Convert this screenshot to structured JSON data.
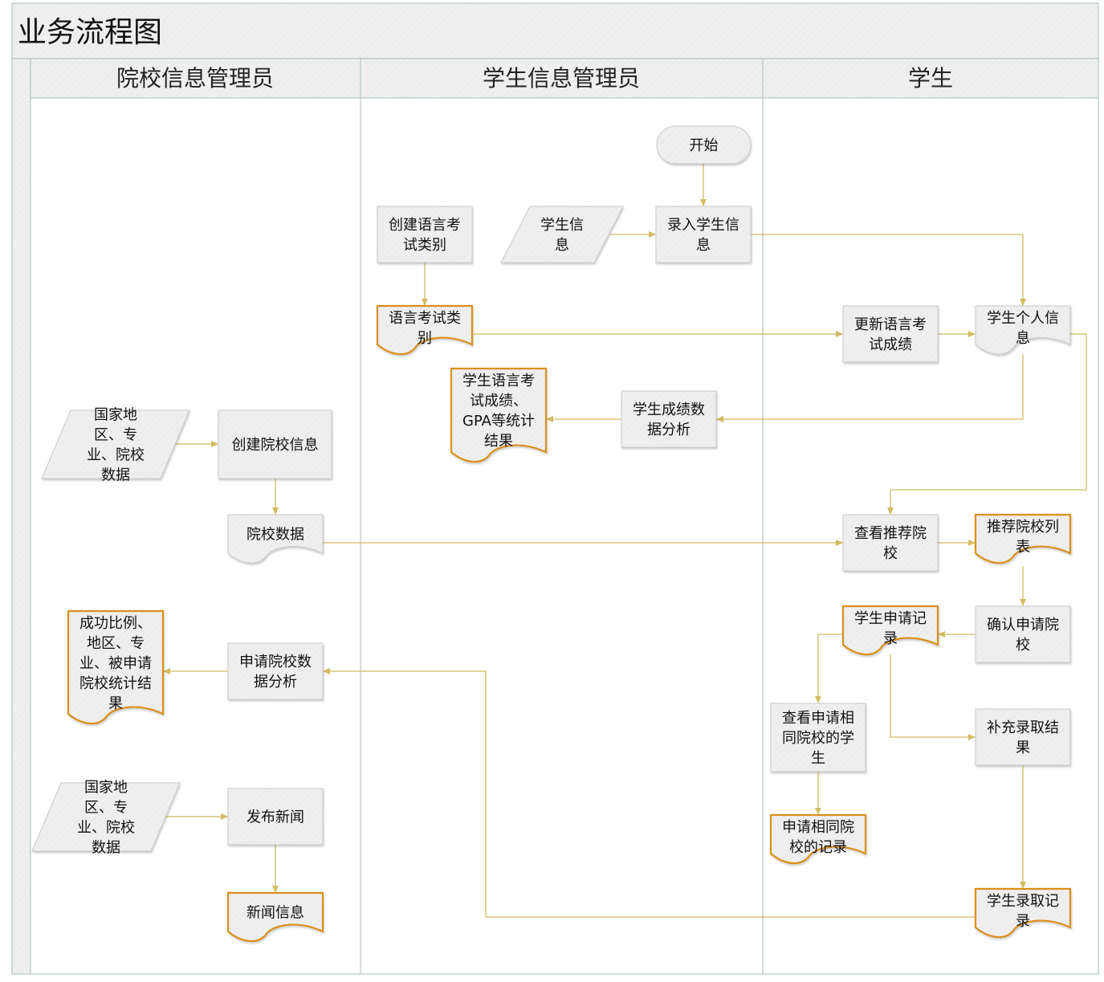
{
  "title": "业务流程图",
  "lanes": [
    "院校信息管理员",
    "学生信息管理员",
    "学生"
  ],
  "colors": {
    "edge": "#d2bb62",
    "doc_border": "#d9901f",
    "shape_fill": "#efefef",
    "shape_border": "#c8c8c8"
  },
  "nodes": {
    "start": {
      "type": "terminal",
      "lines": [
        "开始"
      ]
    },
    "create_lang": {
      "type": "process",
      "lines": [
        "创建语言考",
        "试类别"
      ]
    },
    "student_info_data": {
      "type": "data",
      "lines": [
        "学生信",
        "息"
      ]
    },
    "enter_student": {
      "type": "process",
      "lines": [
        "录入学生信",
        "息"
      ]
    },
    "lang_types": {
      "type": "document",
      "lines": [
        "语言考试类",
        "别"
      ]
    },
    "update_scores": {
      "type": "process",
      "lines": [
        "更新语言考",
        "试成绩"
      ]
    },
    "personal_info": {
      "type": "document",
      "lines": [
        "学生个人信",
        "息"
      ]
    },
    "score_analysis": {
      "type": "process",
      "lines": [
        "学生成绩数",
        "据分析"
      ]
    },
    "score_results": {
      "type": "document",
      "lines": [
        "学生语言考",
        "试成绩、",
        "GPA等统计",
        "结果"
      ]
    },
    "region_data1": {
      "type": "data",
      "lines": [
        "国家地",
        "区、专",
        "业、院校",
        "数据"
      ]
    },
    "create_school": {
      "type": "process",
      "lines": [
        "创建院校信息"
      ]
    },
    "school_data": {
      "type": "document",
      "lines": [
        "院校数据"
      ]
    },
    "view_recommend": {
      "type": "process",
      "lines": [
        "查看推荐院",
        "校"
      ]
    },
    "recommend_list": {
      "type": "document",
      "lines": [
        "推荐院校列",
        "表"
      ]
    },
    "confirm_apply": {
      "type": "process",
      "lines": [
        "确认申请院",
        "校"
      ]
    },
    "apply_record": {
      "type": "document",
      "lines": [
        "学生申请记",
        "录"
      ]
    },
    "view_same": {
      "type": "process",
      "lines": [
        "查看申请相",
        "同院校的学",
        "生"
      ]
    },
    "same_record": {
      "type": "document",
      "lines": [
        "申请相同院",
        "校的记录"
      ]
    },
    "add_result": {
      "type": "process",
      "lines": [
        "补充录取结",
        "果"
      ]
    },
    "admit_record": {
      "type": "document",
      "lines": [
        "学生录取记",
        "录"
      ]
    },
    "apply_analysis": {
      "type": "process",
      "lines": [
        "申请院校数",
        "据分析"
      ]
    },
    "success_stats": {
      "type": "document",
      "lines": [
        "成功比例、",
        "地区、专",
        "业、被申请",
        "院校统计结",
        "果"
      ]
    },
    "region_data2": {
      "type": "data",
      "lines": [
        "国家地",
        "区、专",
        "业、院校",
        "数据"
      ]
    },
    "publish_news": {
      "type": "process",
      "lines": [
        "发布新闻"
      ]
    },
    "news_info": {
      "type": "document",
      "lines": [
        "新闻信息"
      ]
    }
  },
  "edges": [
    [
      "start",
      "enter_student"
    ],
    [
      "student_info_data",
      "enter_student"
    ],
    [
      "enter_student",
      "personal_info"
    ],
    [
      "create_lang",
      "lang_types"
    ],
    [
      "lang_types",
      "update_scores"
    ],
    [
      "update_scores",
      "personal_info"
    ],
    [
      "personal_info",
      "score_analysis"
    ],
    [
      "score_analysis",
      "score_results"
    ],
    [
      "personal_info",
      "view_recommend"
    ],
    [
      "region_data1",
      "create_school"
    ],
    [
      "create_school",
      "school_data"
    ],
    [
      "school_data",
      "view_recommend"
    ],
    [
      "view_recommend",
      "recommend_list"
    ],
    [
      "recommend_list",
      "confirm_apply"
    ],
    [
      "confirm_apply",
      "apply_record"
    ],
    [
      "apply_record",
      "view_same"
    ],
    [
      "apply_record",
      "add_result"
    ],
    [
      "view_same",
      "same_record"
    ],
    [
      "add_result",
      "admit_record"
    ],
    [
      "admit_record",
      "apply_analysis"
    ],
    [
      "apply_analysis",
      "success_stats"
    ],
    [
      "region_data2",
      "publish_news"
    ],
    [
      "publish_news",
      "news_info"
    ]
  ]
}
